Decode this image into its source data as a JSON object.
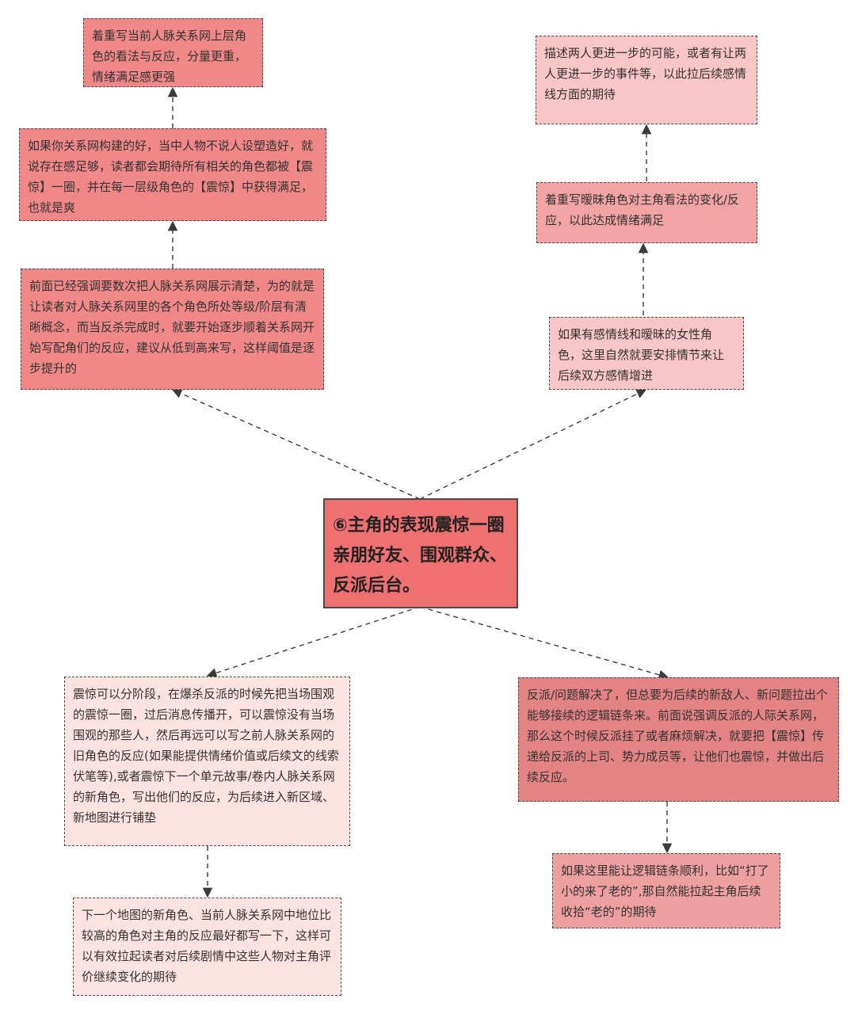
{
  "colors": {
    "center": "#ee7070",
    "deep": "#f08888",
    "mid": "#f2a4a4",
    "light": "#f8c6c6",
    "pale": "#fde2e2",
    "right_bottom": "#e38383",
    "right_bottom_light": "#eea0a0",
    "edge": "#3a3a3a"
  },
  "center": "⑥主角的表现震惊一圈亲朋好友、围观群众、反派后台。",
  "left_top": {
    "n1": "前面已经强调要数次把人脉关系网展示清楚，为的就是让读者对人脉关系网里的各个角色所处等级/阶层有清晰概念，而当反杀完成时，就要开始逐步顺着关系网开始写配角们的反应，建议从低到高来写，这样阈值是逐步提升的",
    "n2": "如果你关系网构建的好，当中人物不说人设塑造好，就说存在感足够，读者都会期待所有相关的角色都被【震惊】一圈，并在每一层级角色的【震惊】中获得满足，也就是爽",
    "n3": "着重写当前人脉关系网上层角色的看法与反应，分量更重，情绪满足感更强"
  },
  "right_top": {
    "n1": "如果有感情线和暧昧的女性角色，这里自然就要安排情节来让后续双方感情增进",
    "n2": "着重写暧昧角色对主角看法的变化/反应，以此达成情绪满足",
    "n3": "描述两人更进一步的可能，或者有让两人更进一步的事件等，以此拉后续感情线方面的期待"
  },
  "left_bottom": {
    "n1": "震惊可以分阶段，在爆杀反派的时候先把当场围观的震惊一圈，过后消息传播开，可以震惊没有当场围观的那些人，然后再远可以写之前人脉关系网的旧角色的反应(如果能提供情绪价值或后续文的线索伏笔等),或者震惊下一个单元故事/卷内人脉关系网的新角色，写出他们的反应，为后续进入新区域、新地图进行铺垫",
    "n2": "下一个地图的新角色、当前人脉关系网中地位比较高的角色对主角的反应最好都写一下，这样可以有效拉起读者对后续剧情中这些人物对主角评价继续变化的期待"
  },
  "right_bottom": {
    "n1": "反派/问题解决了，但总要为后续的新敌人、新问题拉出个能够接续的逻辑链条来。前面说强调反派的人际关系网，那么这个时候反派挂了或者麻烦解决，就要把【震惊】传递给反派的上司、势力成员等，让他们也震惊，并做出后续反应。",
    "n2": "如果这里能让逻辑链条顺利，比如“打了小的来了老的”,那自然能拉起主角后续收拾“老的”的期待"
  }
}
